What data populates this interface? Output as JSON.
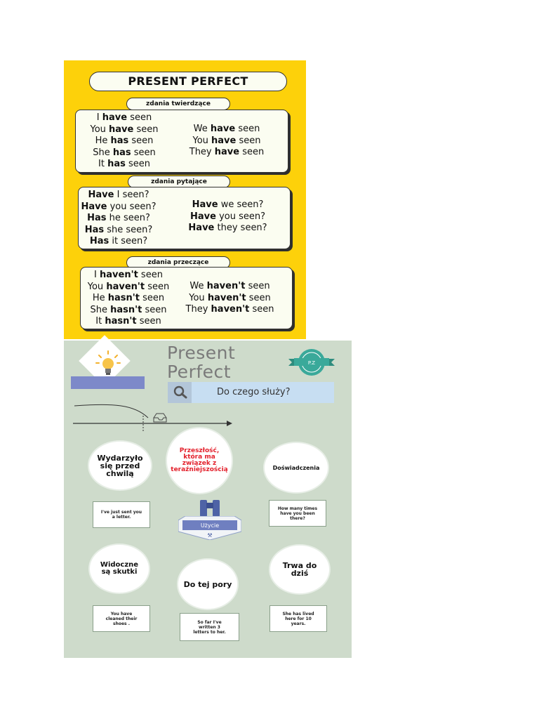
{
  "top": {
    "title": "PRESENT PERFECT",
    "affirmative": {
      "label": "zdania twierdzące",
      "left": [
        [
          "I ",
          "have",
          " seen"
        ],
        [
          "You ",
          "have",
          " seen"
        ],
        [
          "He ",
          "has",
          " seen"
        ],
        [
          "She ",
          "has",
          " seen"
        ],
        [
          "It ",
          "has",
          " seen"
        ]
      ],
      "right": [
        [
          "We ",
          "have",
          " seen"
        ],
        [
          "You ",
          "have",
          " seen"
        ],
        [
          "They ",
          "have",
          " seen"
        ]
      ]
    },
    "question": {
      "label": "zdania pytające",
      "left": [
        [
          "",
          "Have",
          " I seen?"
        ],
        [
          "",
          "Have",
          " you seen?"
        ],
        [
          "",
          "Has",
          " he seen?"
        ],
        [
          "",
          "Has",
          " she seen?"
        ],
        [
          "",
          "Has",
          " it seen?"
        ]
      ],
      "right": [
        [
          "",
          "Have",
          " we seen?"
        ],
        [
          "",
          "Have",
          " you seen?"
        ],
        [
          "",
          "Have",
          " they seen?"
        ]
      ]
    },
    "negative": {
      "label": "zdania przeczące",
      "left": [
        [
          "I ",
          "haven't",
          " seen"
        ],
        [
          "You ",
          "haven't",
          "  seen"
        ],
        [
          "He ",
          "hasn't",
          " seen"
        ],
        [
          "She ",
          "hasn't",
          " seen"
        ],
        [
          "It ",
          "hasn't",
          " seen"
        ]
      ],
      "right": [
        [
          "We ",
          "haven't",
          "  seen"
        ],
        [
          "You ",
          "haven't",
          "  seen"
        ],
        [
          "They ",
          "haven't",
          "  seen"
        ]
      ]
    }
  },
  "bottom": {
    "title_line1": "Present",
    "title_line2": "Perfect",
    "badge": "P.Z",
    "search_text": "Do czego służy?",
    "center_circle": "Przeszłość, która ma związek z teraźniejszością",
    "usage_label": "Użycie",
    "circles": {
      "wydarzylo": "Wydarzyło się przed chwilą",
      "doswiadczenia": "Doświadczenia",
      "widoczne": "Widoczne są skutki",
      "do_tej_pory": "Do tej pory",
      "trwa": "Trwa do dziś"
    },
    "notes": {
      "just_sent": "I've just sent you a letter.",
      "how_many": "How many times have you been there?",
      "cleaned": "You have cleaned their shoes .",
      "so_far": "So far I've written 3 letters to her.",
      "lived": "She has lived here for 10 years."
    },
    "colors": {
      "accent_red": "#e3202b",
      "ribbon": "#7d89c9",
      "teal_badge": "#3aa99a",
      "search": "#c7def2"
    }
  }
}
